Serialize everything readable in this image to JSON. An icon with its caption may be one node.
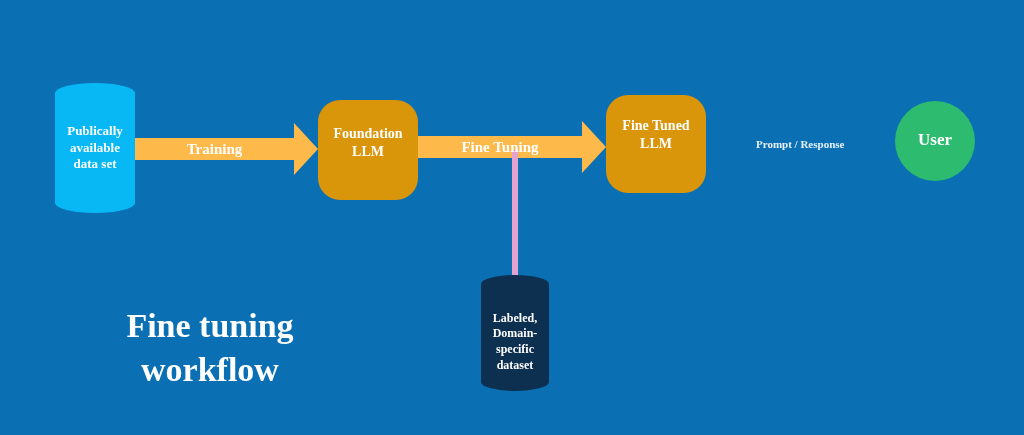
{
  "diagram": {
    "title": "Fine tuning workflow",
    "nodes": [
      {
        "text": [
          "Publically available data set"
        ]
      },
      {
        "text": [
          "Foundation LLM"
        ]
      },
      {
        "text": [
          "Fine Tuned LLM"
        ]
      },
      {
        "text": [
          "User"
        ]
      },
      {
        "text": [
          "Labeled, Domain-specific dataset"
        ]
      }
    ],
    "edges": [
      {
        "from": 0,
        "to": 1,
        "arrow": "to",
        "label": "Training"
      },
      {
        "from": 1,
        "to": 2,
        "arrow": "to",
        "label": "Fine Tuning"
      },
      {
        "from": 4,
        "to": null,
        "arrow": "none",
        "color": "#e6a2cf"
      }
    ],
    "labels": [
      "Prompt / Response"
    ]
  }
}
